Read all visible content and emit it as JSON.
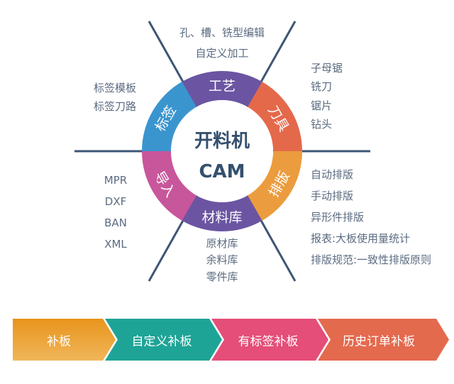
{
  "center": {
    "line1": "开料机",
    "line2": "CAM"
  },
  "segments": [
    {
      "label": "工艺",
      "color": "#6b55a2"
    },
    {
      "label": "刀具",
      "color": "#e4694b"
    },
    {
      "label": "排版",
      "color": "#eb9c3e"
    },
    {
      "label": "材料库",
      "color": "#6b55a2"
    },
    {
      "label": "导入",
      "color": "#c8569b"
    },
    {
      "label": "标签",
      "color": "#3a95cf"
    }
  ],
  "craft_items": [
    "孔、槽、铣型编辑",
    "自定义加工"
  ],
  "tool_items": [
    "子母锯",
    "铣刀",
    "锯片",
    "钻头"
  ],
  "nesting_items": [
    "自动排版",
    "手动排版",
    "异形件排版",
    "报表:大板使用量统计",
    "排版规范:一致性排版原则"
  ],
  "material_items": [
    "原材库",
    "余料库",
    "零件库"
  ],
  "import_items": [
    "MPR",
    "DXF",
    "BAN",
    "XML"
  ],
  "label_items": [
    "标签模板",
    "标签刀路"
  ],
  "flow": [
    {
      "label": "补板",
      "color": "#eba53d"
    },
    {
      "label": "自定义补板",
      "color": "#1ea497"
    },
    {
      "label": "有标签补板",
      "color": "#e44e78"
    },
    {
      "label": "历史订单补板",
      "color": "#e46a4e"
    }
  ],
  "line_color": "#3d5675"
}
